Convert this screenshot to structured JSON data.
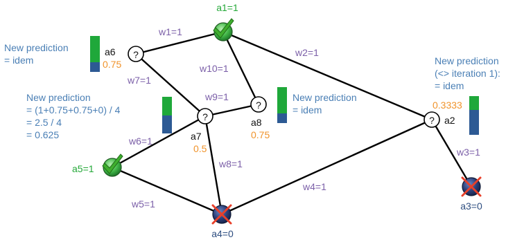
{
  "colors": {
    "edge": "#000000",
    "weight_label": "#7b5fa8",
    "positive_label": "#24a838",
    "annotation": "#4a7fb5",
    "value": "#f0932b",
    "negative_label": "#2e4e80",
    "bar_positive": "#1fa83a",
    "bar_negative": "#2d5a94"
  },
  "edges": {
    "w1": "w1=1",
    "w2": "w2=1",
    "w3": "w3=1",
    "w4": "w4=1",
    "w5": "w5=1",
    "w6": "w6=1",
    "w7": "w7=1",
    "w8": "w8=1",
    "w9": "w9=1",
    "w10": "w10=1"
  },
  "nodes": {
    "a1": {
      "label": "a1=1",
      "icon": "checkmark-icon"
    },
    "a5": {
      "label": "a5=1",
      "icon": "checkmark-icon"
    },
    "a3": {
      "label": "a3=0",
      "icon": "cross-icon"
    },
    "a4": {
      "label": "a4=0",
      "icon": "cross-icon"
    },
    "a6": {
      "label": "a6",
      "value": "0.75",
      "symbol": "?"
    },
    "a7": {
      "label": "a7",
      "value": "0.5",
      "symbol": "?"
    },
    "a8": {
      "label": "a8",
      "value": "0.75",
      "symbol": "?"
    },
    "a2": {
      "label": "a2",
      "value": "0.3333",
      "symbol": "?"
    }
  },
  "prediction_bars": {
    "a6": {
      "positive_fraction": 0.75
    },
    "a7": {
      "positive_fraction": 0.5
    },
    "a8": {
      "positive_fraction": 0.75
    },
    "a2": {
      "positive_fraction": 0.3333
    }
  },
  "annotations": {
    "a6": [
      "New prediction",
      "= idem"
    ],
    "a7": [
      "New prediction",
      "= (1+0.75+0.75+0) / 4",
      "= 2.5 / 4",
      "= 0.625"
    ],
    "a8": [
      "New prediction",
      "= idem"
    ],
    "a2": [
      "New prediction",
      "(<> iteration 1):",
      "= idem"
    ]
  }
}
